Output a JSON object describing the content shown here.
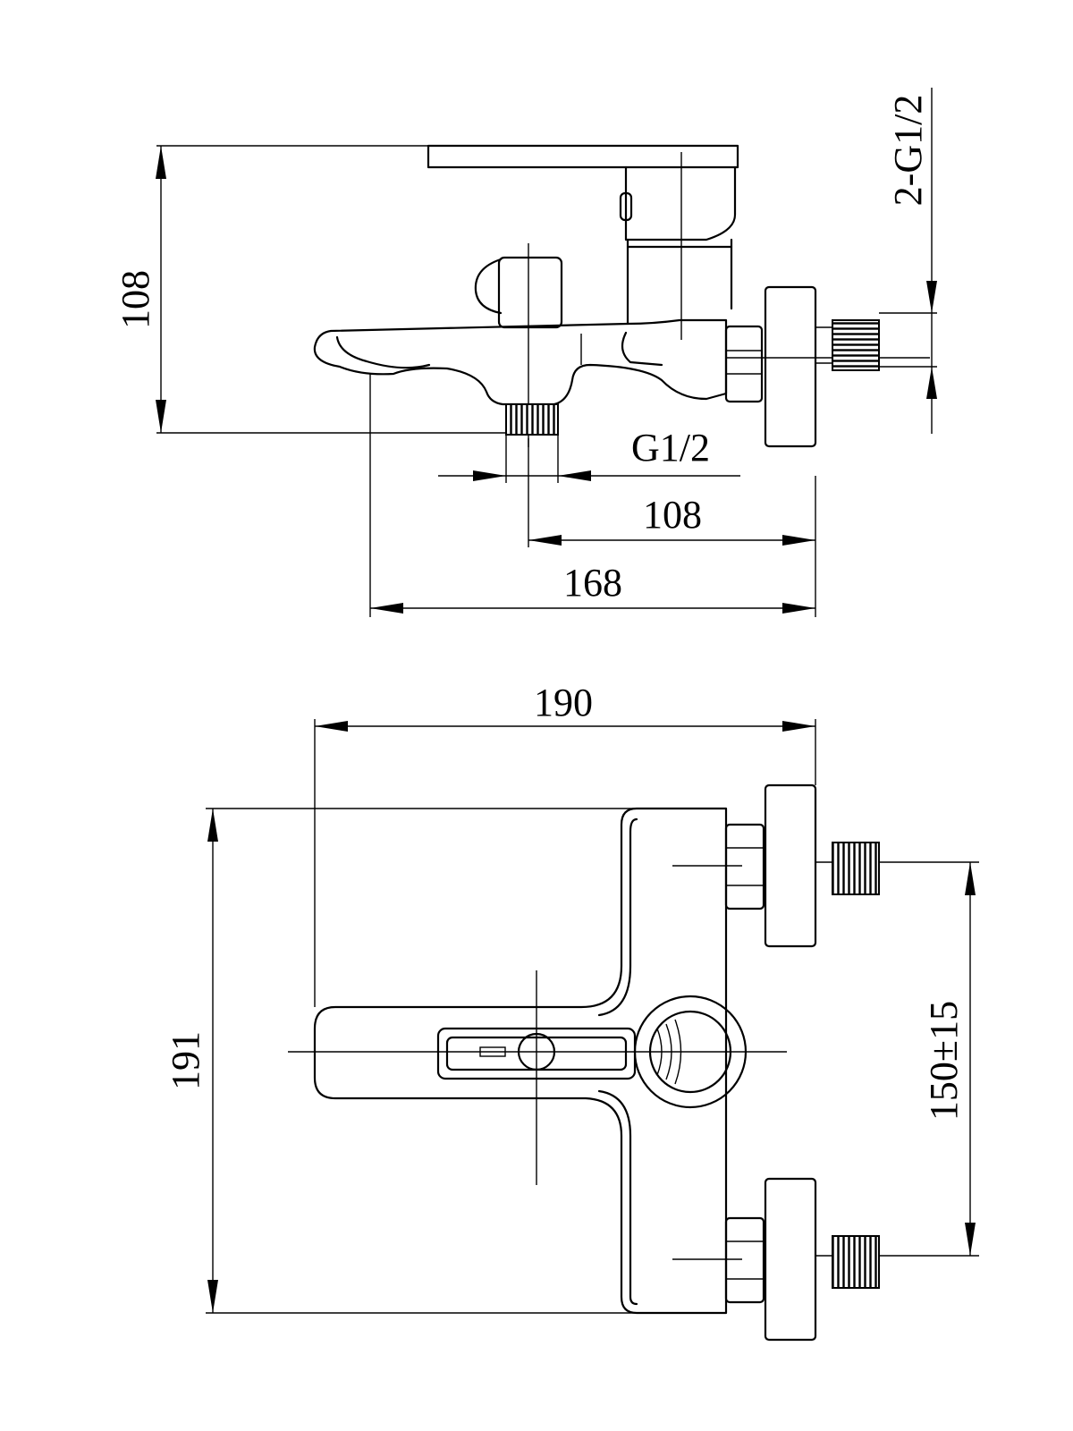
{
  "side_view": {
    "height_label": "108",
    "inlet_thread_label": "2-G1/2",
    "outlet_thread_label": "G1/2",
    "outlet_offset_label": "108",
    "spout_length_label": "168"
  },
  "top_view": {
    "width_label": "190",
    "depth_label": "191",
    "center_distance_label": "150±15"
  },
  "colors": {
    "line": "#000000",
    "background": "#ffffff"
  }
}
